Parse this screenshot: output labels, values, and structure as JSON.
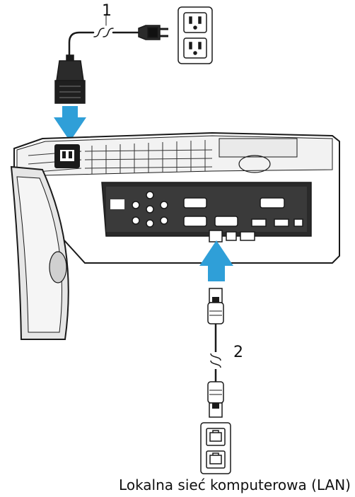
{
  "callouts": {
    "power_cable": "1",
    "network_cable": "2"
  },
  "caption": "Lokalna sieć komputerowa (LAN)",
  "colors": {
    "arrow": "#2f9fd8",
    "outline": "#1a1a1a",
    "panel": "#ffffff",
    "shade": "#e6e6e6"
  },
  "icons": {
    "power_outlet": "wall-power-outlet-icon",
    "network_jack": "wall-network-jack-icon",
    "arrow": "connection-arrow-icon"
  }
}
